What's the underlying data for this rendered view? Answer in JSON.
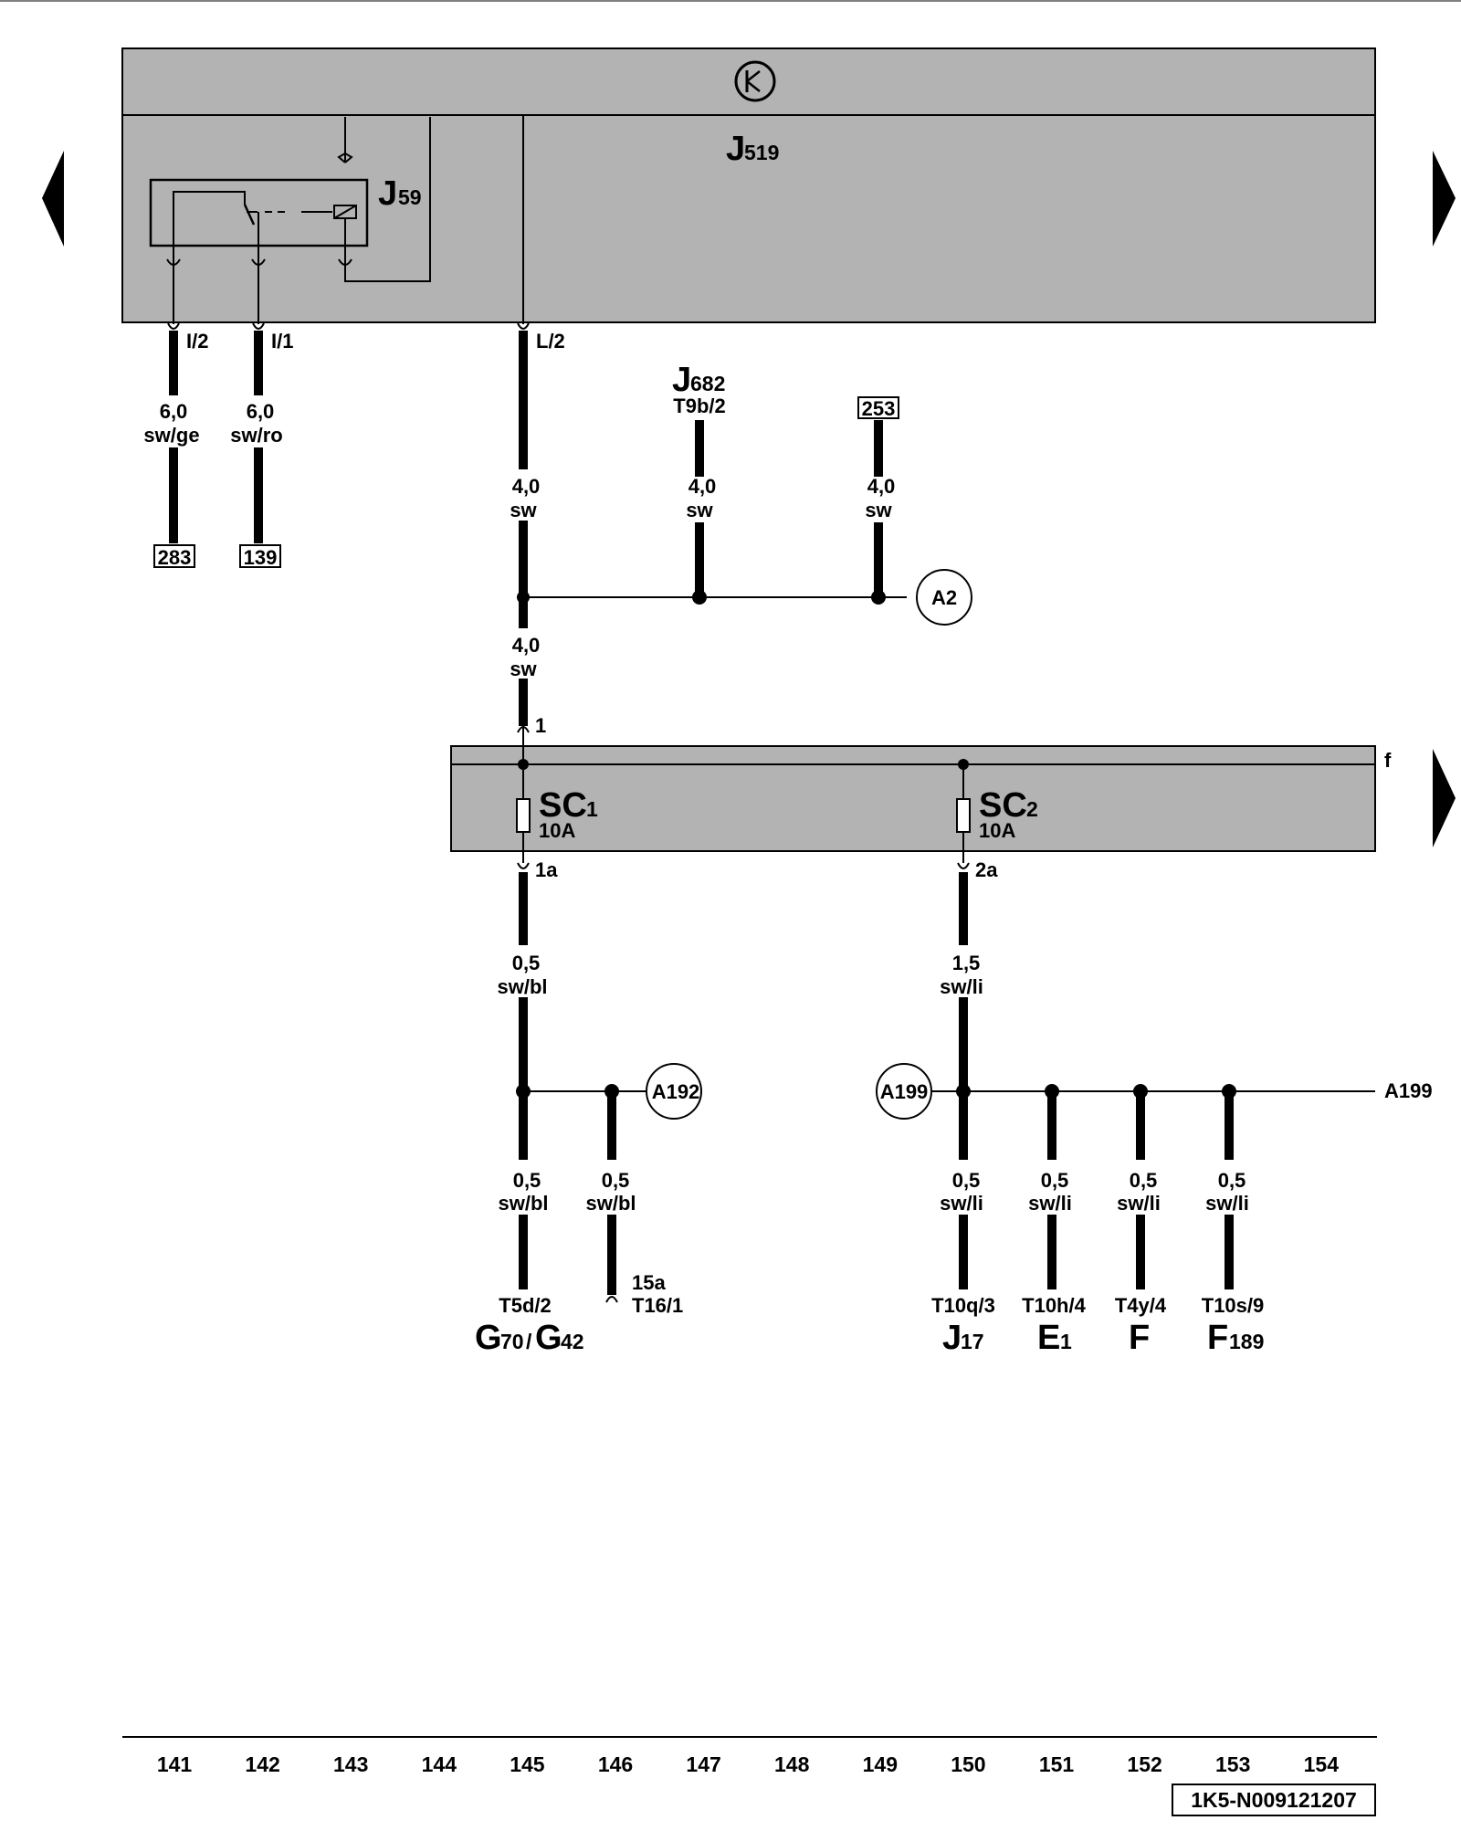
{
  "diagram": {
    "control_unit": {
      "name": "J",
      "sub": "519"
    },
    "relay": {
      "name": "J",
      "sub": "59"
    },
    "pins_top": [
      "I/2",
      "I/1",
      "L/2"
    ],
    "wires_left": [
      {
        "size": "6,0",
        "color": "sw/ge",
        "ref": "283"
      },
      {
        "size": "6,0",
        "color": "sw/ro",
        "ref": "139"
      }
    ],
    "j682": {
      "name": "J",
      "sub": "682",
      "pin": "T9b/2"
    },
    "ref_253": "253",
    "wire_main": {
      "size": "4,0",
      "color": "sw"
    },
    "wire_j682": {
      "size": "4,0",
      "color": "sw"
    },
    "wire_253": {
      "size": "4,0",
      "color": "sw"
    },
    "wire_lower": {
      "size": "4,0",
      "color": "sw"
    },
    "connector_a2": "A2",
    "fuse_box": {
      "pin_in": "1",
      "edge_label": "f",
      "fuse1": {
        "name": "SC",
        "sub": "1",
        "rating": "10A",
        "out": "1a"
      },
      "fuse2": {
        "name": "SC",
        "sub": "2",
        "rating": "10A",
        "out": "2a"
      }
    },
    "wire_sc1": {
      "size": "0,5",
      "color": "sw/bl"
    },
    "wire_sc2": {
      "size": "1,5",
      "color": "sw/li"
    },
    "conn_a192": "A192",
    "conn_a199": "A199",
    "conn_a199_right": "A199",
    "branches_left": [
      {
        "size": "0,5",
        "color": "sw/bl",
        "pin": "T5d/2"
      },
      {
        "size": "0,5",
        "color": "sw/bl",
        "pin_top": "15a",
        "pin": "T16/1"
      }
    ],
    "g_label": {
      "a": "G",
      "a_sub": "70",
      "slash": "/",
      "b": "G",
      "b_sub": "42"
    },
    "branches_right": [
      {
        "size": "0,5",
        "color": "sw/li",
        "pin": "T10q/3",
        "comp": "J",
        "comp_sub": "17"
      },
      {
        "size": "0,5",
        "color": "sw/li",
        "pin": "T10h/4",
        "comp": "E",
        "comp_sub": "1"
      },
      {
        "size": "0,5",
        "color": "sw/li",
        "pin": "T4y/4",
        "comp": "F",
        "comp_sub": ""
      },
      {
        "size": "0,5",
        "color": "sw/li",
        "pin": "T10s/9",
        "comp": "F",
        "comp_sub": "189"
      }
    ],
    "ruler": [
      "141",
      "142",
      "143",
      "144",
      "145",
      "146",
      "147",
      "148",
      "149",
      "150",
      "151",
      "152",
      "153",
      "154"
    ],
    "doc_id": "1K5-N009121207"
  }
}
